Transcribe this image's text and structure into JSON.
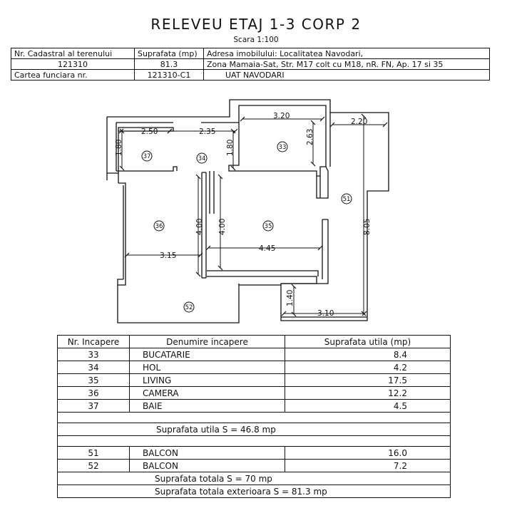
{
  "header": {
    "title": "RELEVEU ETAJ 1-3 CORP 2",
    "scale": "Scara 1:100"
  },
  "info": {
    "cadastral_label": "Nr. Cadastral al terenului",
    "cadastral_value": "121310",
    "area_label": "Suprafata (mp)",
    "area_value": "81.3",
    "address_label": "Adresa imobilului: Localitatea Navodari,",
    "address_value": "Zona Mamaia-Sat, Str. M17 colt cu M18, nR. FN, Ap. 17 si 35",
    "land_book_label": "Cartea funciara nr.",
    "land_book_value": "121310-C1",
    "uat": "UAT NAVODARI"
  },
  "plan": {
    "dims": {
      "d250": "2.50",
      "d235": "2.35",
      "d320": "3.20",
      "d220": "2.20",
      "d180a": "1.80",
      "d180b": "1.80",
      "d263": "2.63",
      "d805": "8.05",
      "d400a": "4.00",
      "d400b": "4.00",
      "d315": "3.15",
      "d445": "4.45",
      "d140": "1.40",
      "d310": "3.10"
    },
    "room_numbers": {
      "r33": "33",
      "r34": "34",
      "r35": "35",
      "r36": "36",
      "r37": "37",
      "r51": "51",
      "r52": "52"
    }
  },
  "rooms_table": {
    "headers": [
      "Nr. Incapere",
      "Denumire incapere",
      "Suprafata utila (mp)"
    ],
    "rows": [
      {
        "nr": "33",
        "name": "BUCATARIE",
        "area": "8.4"
      },
      {
        "nr": "34",
        "name": "HOL",
        "area": "4.2"
      },
      {
        "nr": "35",
        "name": "LIVING",
        "area": "17.5"
      },
      {
        "nr": "36",
        "name": "CAMERA",
        "area": "12.2"
      },
      {
        "nr": "37",
        "name": "BAIE",
        "area": "4.5"
      }
    ],
    "useful_total": "Suprafata utila S = 46.8 mp",
    "balconies": [
      {
        "nr": "51",
        "name": "BALCON",
        "area": "16.0"
      },
      {
        "nr": "52",
        "name": "BALCON",
        "area": "7.2"
      }
    ],
    "total": "Suprafata totala S = 70 mp",
    "total_exterior": "Suprafata totala exterioara S = 81.3 mp"
  }
}
